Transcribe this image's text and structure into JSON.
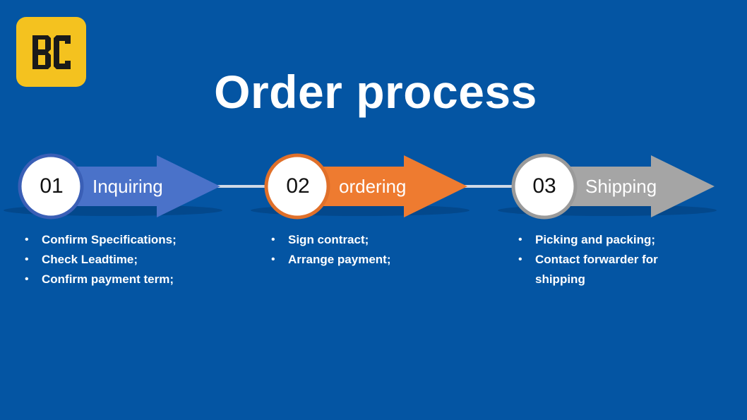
{
  "title": "Order process",
  "logo": {
    "text": "BC",
    "background": "#f4c21f"
  },
  "colors": {
    "background": "#0455a3",
    "step1": "#4a72c9",
    "step2": "#ee7b30",
    "step3": "#a5a5a5",
    "connector": "#cfd8e6"
  },
  "steps": [
    {
      "number": "01",
      "label": "Inquiring",
      "bullets": [
        "Confirm Specifications;",
        "Check Leadtime;",
        "Confirm payment term;"
      ]
    },
    {
      "number": "02",
      "label": "ordering",
      "bullets": [
        "Sign contract;",
        "Arrange payment;"
      ]
    },
    {
      "number": "03",
      "label": "Shipping",
      "bullets": [
        "Picking and packing;",
        "Contact forwarder for shipping"
      ]
    }
  ]
}
